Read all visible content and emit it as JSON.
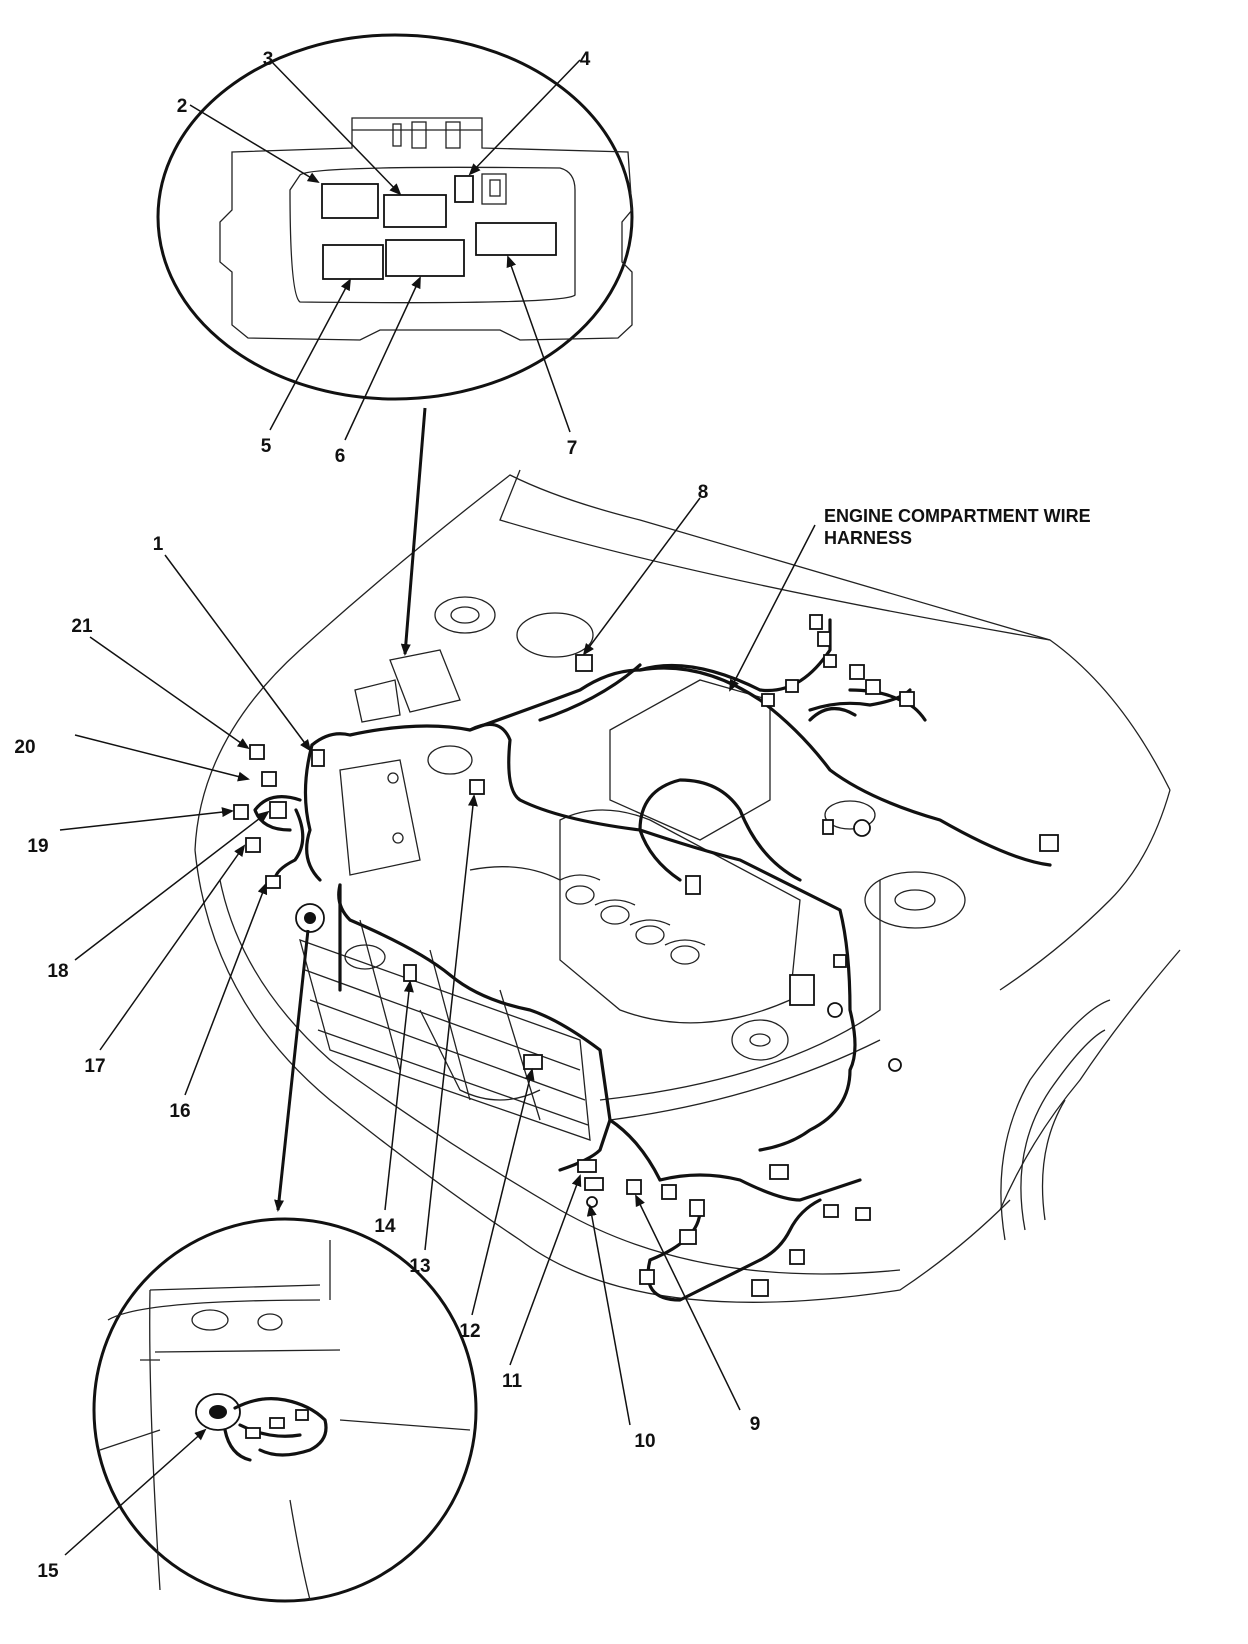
{
  "harness_label": {
    "line1": "ENGINE COMPARTMENT WIRE",
    "line2": "HARNESS"
  },
  "callouts": [
    "1",
    "2",
    "3",
    "4",
    "5",
    "6",
    "7",
    "8",
    "9",
    "10",
    "11",
    "12",
    "13",
    "14",
    "15",
    "16",
    "17",
    "18",
    "19",
    "20",
    "21"
  ]
}
